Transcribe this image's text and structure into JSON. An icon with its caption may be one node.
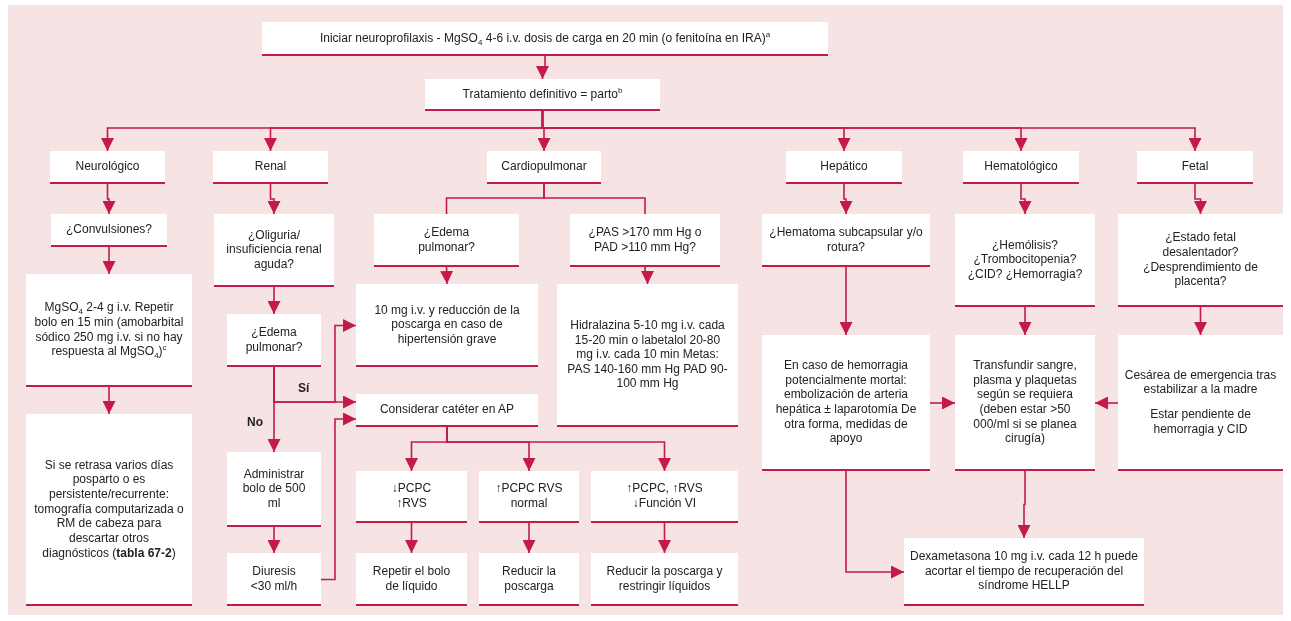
{
  "diagram": {
    "nodes": [
      {
        "text": [
          "Iniciar neuroprofilaxis - MgSO$_{4}$ 4-6 i.v. dosis de carga en 20 min (o fenitoína en IRA)$^{a}$"
        ]
      },
      {
        "text": [
          "Tratamiento definitivo = parto$^{b}$"
        ]
      },
      {
        "text": [
          "Neurológico"
        ]
      },
      {
        "text": [
          "Renal"
        ]
      },
      {
        "text": [
          "Cardiopulmonar"
        ]
      },
      {
        "text": [
          "Hepático"
        ]
      },
      {
        "text": [
          "Hematológico"
        ]
      },
      {
        "text": [
          "Fetal"
        ]
      },
      {
        "text": [
          "¿Convulsiones?"
        ]
      },
      {
        "text": [
          "MgSO$_{4}$ 2-4 g i.v. Repetir bolo en 15 min (amobarbital sódico 250 mg i.v. si no hay respuesta al MgSO$_{4}$)$^{c}$"
        ]
      },
      {
        "text": [
          "Si se retrasa varios días posparto o es persistente/recurrente: tomografía computarizada o RM de cabeza para descartar otros diagnósticos (**tabla 67-2**)"
        ]
      },
      {
        "text": [
          "¿Oliguria/ insuficiencia renal aguda?"
        ]
      },
      {
        "text": [
          "¿Edema pulmonar?"
        ]
      },
      {
        "text": [
          "Administrar bolo de 500 ml"
        ]
      },
      {
        "text": [
          "Diuresis <30 ml/h"
        ]
      },
      {
        "text": [
          "¿Edema pulmonar?"
        ]
      },
      {
        "text": [
          "¿PAS >170 mm Hg o PAD >110 mm Hg?"
        ]
      },
      {
        "text": [
          "10 mg i.v. y reducción de la poscarga en caso de hipertensión grave"
        ]
      },
      {
        "text": [
          "Hidralazina 5-10 mg i.v. cada 15-20 min o labetalol 20-80 mg i.v. cada 10 min Metas: PAS 140-160 mm Hg PAD 90-100 mm Hg"
        ]
      },
      {
        "text": [
          "Considerar catéter en AP"
        ]
      },
      {
        "text": [
          "↓PCPC ↑RVS"
        ]
      },
      {
        "text": [
          "↑PCPC RVS normal"
        ]
      },
      {
        "text": [
          "↑PCPC, ↑RVS ↓Función VI"
        ]
      },
      {
        "text": [
          "Repetir el bolo de líquido"
        ]
      },
      {
        "text": [
          "Reducir la poscarga"
        ]
      },
      {
        "text": [
          "Reducir la poscarga y restringir líquidos"
        ]
      },
      {
        "text": [
          "¿Hematoma subcapsular y/o rotura?"
        ]
      },
      {
        "text": [
          "¿Hemólisis? ¿Trombocitopenia? ¿CID? ¿Hemorragia?"
        ]
      },
      {
        "text": [
          "¿Estado fetal desalentador? ¿Desprendimiento de placenta?"
        ]
      },
      {
        "text": [
          "En caso de hemorragia potencialmente mortal: embolización de arteria hepática ± laparotomía De otra forma, medidas de apoyo"
        ]
      },
      {
        "text": [
          "Transfundir sangre, plasma y plaquetas según se requiera (deben estar >50 000/ml si se planea cirugía)"
        ]
      },
      {
        "text": [
          "Cesárea de emergencia tras estabilizar a la madre",
          "Estar pendiente de hemorragia y CID"
        ]
      },
      {
        "text": [
          "Dexametasona 10 mg i.v. cada 12 h puede acortar el tiempo de recuperación del síndrome HELLP"
        ]
      }
    ],
    "edges": [
      {
        "from": 0,
        "to": 1,
        "arrow": "to"
      },
      {
        "from": 1,
        "to": 2,
        "arrow": "to"
      },
      {
        "from": 1,
        "to": 3,
        "arrow": "to"
      },
      {
        "from": 1,
        "to": 4,
        "arrow": "to"
      },
      {
        "from": 1,
        "to": 5,
        "arrow": "to"
      },
      {
        "from": 1,
        "to": 6,
        "arrow": "to"
      },
      {
        "from": 1,
        "to": 7,
        "arrow": "to"
      },
      {
        "from": 2,
        "to": 8,
        "arrow": "to"
      },
      {
        "from": 8,
        "to": 9,
        "arrow": "to"
      },
      {
        "from": 9,
        "to": 10,
        "arrow": "to"
      },
      {
        "from": 3,
        "to": 11,
        "arrow": "to"
      },
      {
        "from": 11,
        "to": 12,
        "arrow": "to"
      },
      {
        "from": 12,
        "to": 13,
        "arrow": "to",
        "label": "No"
      },
      {
        "from": 12,
        "to": 17,
        "arrow": "to"
      },
      {
        "from": 12,
        "to": 19,
        "arrow": "to",
        "label": "Sí"
      },
      {
        "from": 13,
        "to": 14,
        "arrow": "to"
      },
      {
        "from": 14,
        "to": 19,
        "arrow": "to"
      },
      {
        "from": 4,
        "to": 15,
        "arrow": "none"
      },
      {
        "from": 4,
        "to": 16,
        "arrow": "none"
      },
      {
        "from": 15,
        "to": 17,
        "arrow": "to"
      },
      {
        "from": 16,
        "to": 18,
        "arrow": "to"
      },
      {
        "from": 19,
        "to": 20,
        "arrow": "to"
      },
      {
        "from": 19,
        "to": 21,
        "arrow": "to"
      },
      {
        "from": 19,
        "to": 22,
        "arrow": "to"
      },
      {
        "from": 20,
        "to": 23,
        "arrow": "to"
      },
      {
        "from": 21,
        "to": 24,
        "arrow": "to"
      },
      {
        "from": 22,
        "to": 25,
        "arrow": "to"
      },
      {
        "from": 5,
        "to": 26,
        "arrow": "to"
      },
      {
        "from": 26,
        "to": 29,
        "arrow": "to"
      },
      {
        "from": 6,
        "to": 27,
        "arrow": "to"
      },
      {
        "from": 27,
        "to": 30,
        "arrow": "to"
      },
      {
        "from": 7,
        "to": 28,
        "arrow": "to"
      },
      {
        "from": 28,
        "to": 31,
        "arrow": "to"
      },
      {
        "from": 29,
        "to": 30,
        "arrow": "to"
      },
      {
        "from": 31,
        "to": 30,
        "arrow": "to"
      },
      {
        "from": 30,
        "to": 32,
        "arrow": "to"
      },
      {
        "from": 29,
        "to": 32,
        "arrow": "to"
      }
    ]
  }
}
